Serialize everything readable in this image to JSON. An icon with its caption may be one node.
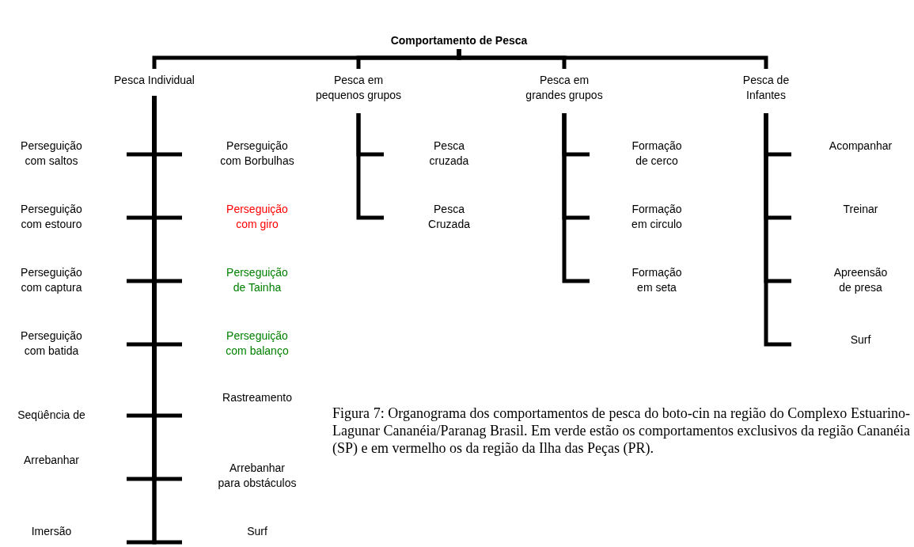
{
  "diagram": {
    "caption": "Figura 7: Organograma dos comportamentos de pesca do boto-cin na região do Complexo Estuarino-Lagunar Cananéia/Paranag Brasil. Em verde estão os comportamentos exclusivos da região Cananéia (SP) e em vermelho os da região da Ilha das Peças (PR).",
    "nodes": [
      {
        "text": [
          "Comportamento de Pesca"
        ]
      },
      {
        "text": [
          "Pesca Individual"
        ]
      },
      {
        "text": [
          "Pesca em pequenos grupos"
        ]
      },
      {
        "text": [
          "Pesca em grandes grupos"
        ]
      },
      {
        "text": [
          "Pesca de Infantes"
        ]
      },
      {
        "text": [
          "Perseguição com saltos"
        ]
      },
      {
        "text": [
          "Perseguição com Borbulhas"
        ]
      },
      {
        "text": [
          "Perseguição com estouro"
        ]
      },
      {
        "text": [
          "Perseguição com giro"
        ]
      },
      {
        "text": [
          "Perseguição com captura"
        ]
      },
      {
        "text": [
          "Perseguição de Tainha"
        ]
      },
      {
        "text": [
          "Perseguição com batida"
        ]
      },
      {
        "text": [
          "Perseguição com balanço"
        ]
      },
      {
        "text": [
          "Seqüência de"
        ]
      },
      {
        "text": [
          "Rastreamento"
        ]
      },
      {
        "text": [
          "Arrebanhar"
        ]
      },
      {
        "text": [
          "Arrebanhar para obstáculos"
        ]
      },
      {
        "text": [
          "Imersão"
        ]
      },
      {
        "text": [
          "Surf"
        ]
      },
      {
        "text": [
          "Pesca cruzada"
        ]
      },
      {
        "text": [
          "Pesca Cruzada"
        ]
      },
      {
        "text": [
          "Formação de cerco"
        ]
      },
      {
        "text": [
          "Formação em circulo"
        ]
      },
      {
        "text": [
          "Formação em seta"
        ]
      },
      {
        "text": [
          "Acompanhar"
        ]
      },
      {
        "text": [
          "Treinar"
        ]
      },
      {
        "text": [
          "Apreensão de presa"
        ]
      },
      {
        "text": [
          "Surf"
        ]
      }
    ],
    "edges": [
      {
        "from": 0,
        "to": 1,
        "arrow": "none"
      },
      {
        "from": 0,
        "to": 2,
        "arrow": "none"
      },
      {
        "from": 0,
        "to": 3,
        "arrow": "none"
      },
      {
        "from": 0,
        "to": 4,
        "arrow": "none"
      },
      {
        "from": 1,
        "to": 5,
        "arrow": "none"
      },
      {
        "from": 1,
        "to": 6,
        "arrow": "none"
      },
      {
        "from": 1,
        "to": 7,
        "arrow": "none"
      },
      {
        "from": 1,
        "to": 8,
        "arrow": "none"
      },
      {
        "from": 1,
        "to": 9,
        "arrow": "none"
      },
      {
        "from": 1,
        "to": 10,
        "arrow": "none"
      },
      {
        "from": 1,
        "to": 11,
        "arrow": "none"
      },
      {
        "from": 1,
        "to": 12,
        "arrow": "none"
      },
      {
        "from": 1,
        "to": 13,
        "arrow": "none"
      },
      {
        "from": 1,
        "to": 14,
        "arrow": "none"
      },
      {
        "from": 1,
        "to": 15,
        "arrow": "none"
      },
      {
        "from": 1,
        "to": 16,
        "arrow": "none"
      },
      {
        "from": 1,
        "to": 17,
        "arrow": "none"
      },
      {
        "from": 1,
        "to": 18,
        "arrow": "none"
      },
      {
        "from": 2,
        "to": 19,
        "arrow": "none"
      },
      {
        "from": 2,
        "to": 20,
        "arrow": "none"
      },
      {
        "from": 3,
        "to": 21,
        "arrow": "none"
      },
      {
        "from": 3,
        "to": 22,
        "arrow": "none"
      },
      {
        "from": 3,
        "to": 23,
        "arrow": "none"
      },
      {
        "from": 4,
        "to": 24,
        "arrow": "none"
      },
      {
        "from": 4,
        "to": 25,
        "arrow": "none"
      },
      {
        "from": 4,
        "to": 26,
        "arrow": "none"
      },
      {
        "from": 4,
        "to": 27,
        "arrow": "none"
      }
    ]
  }
}
